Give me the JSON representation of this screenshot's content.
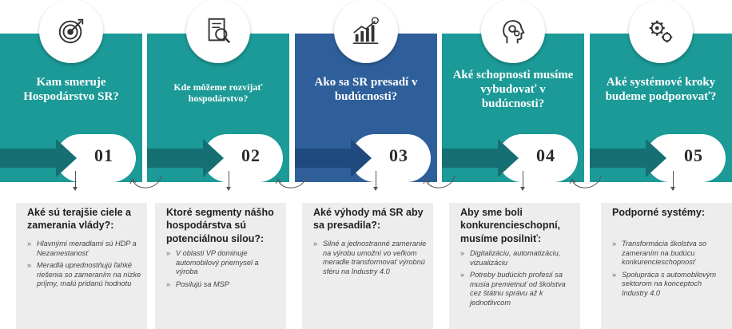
{
  "colors": {
    "teal": "#1b9a97",
    "blue": "#2f5f9a",
    "arrow_dark": "#156f73",
    "white": "#ffffff",
    "box_bg": "#ededed"
  },
  "steps": [
    {
      "number": "01",
      "question": "Kam smeruje Hospodárstvo SR?",
      "icon": "target-icon",
      "color": "#1b9a97",
      "arrow_color": "#156f73"
    },
    {
      "number": "02",
      "question": "Kde môžeme rozvíjať hospodárstvo?",
      "icon": "document-search-icon",
      "color": "#1b9a97",
      "arrow_color": "#156f73"
    },
    {
      "number": "03",
      "question": "Ako sa SR presadí v budúcnosti?",
      "icon": "growth-chart-icon",
      "color": "#2f5f9a",
      "arrow_color": "#1f4a7e"
    },
    {
      "number": "04",
      "question": "Aké schopnosti musíme vybudovať v budúcnosti?",
      "icon": "head-gears-icon",
      "color": "#1b9a97",
      "arrow_color": "#156f73"
    },
    {
      "number": "05",
      "question": "Aké systémové kroky budeme podporovať?",
      "icon": "gears-icon",
      "color": "#1b9a97",
      "arrow_color": "#156f73"
    }
  ],
  "boxes": [
    {
      "title": "Aké sú terajšie ciele a zamerania vlády?:",
      "bullets": [
        "Hlavnými meradlami sú HDP a Nezamestanosť",
        "Meradlá uprednostňujú ľahké riešenia so zameraním na nízke príjmy, malú pridanú hodnotu"
      ]
    },
    {
      "title": "Ktoré segmenty nášho hospodárstva sú potenciálnou silou?:",
      "bullets": [
        "V oblasti VP dominuje automobilový priemysel a výroba",
        "Posilujú sa MSP"
      ]
    },
    {
      "title": "Aké výhody má SR aby sa presadila?:",
      "bullets": [
        "Silné a jednostranné zameranie na výrobu umožní vo veľkom meradle transformovať výrobnú sféru na Industry 4.0"
      ]
    },
    {
      "title": "Aby sme boli konkurencieschopní, musíme posilniť:",
      "bullets": [
        "Digitalizáciu, automatizáciu, vizualizáciu",
        "Potreby budúcich profesií sa musia premietnuť od školstva cez štátnu správu až k jednotlivcom"
      ]
    },
    {
      "title": "Podporné systémy:",
      "bullets": [
        "Transformácia školstva so zameraním na budúcu konkurencieschopnosť",
        "Spolupráca s automobilovým sektorom na konceptoch Industry 4.0"
      ]
    }
  ]
}
